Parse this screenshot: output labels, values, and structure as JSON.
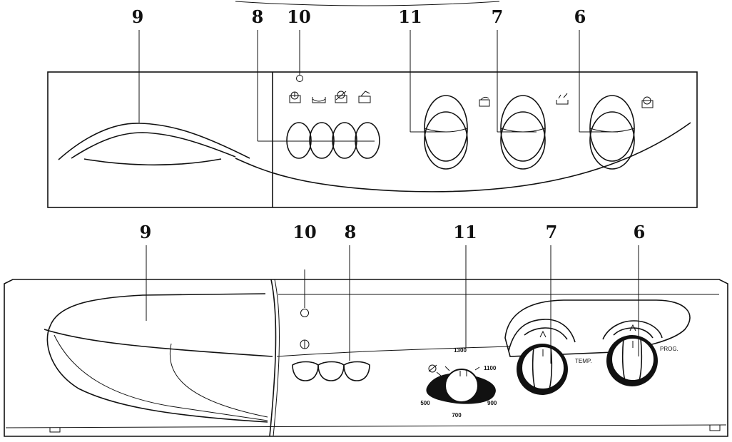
{
  "top_panel": {
    "callouts": [
      "9",
      "8",
      "10",
      "11",
      "7",
      "6"
    ]
  },
  "bottom_panel": {
    "callouts": [
      "9",
      "10",
      "8",
      "11",
      "7",
      "6"
    ],
    "spin_dial": {
      "marks": [
        "1300",
        "1100",
        "900",
        "700",
        "500"
      ]
    },
    "temp_label": "TEMP.",
    "prog_label": "PROG."
  }
}
